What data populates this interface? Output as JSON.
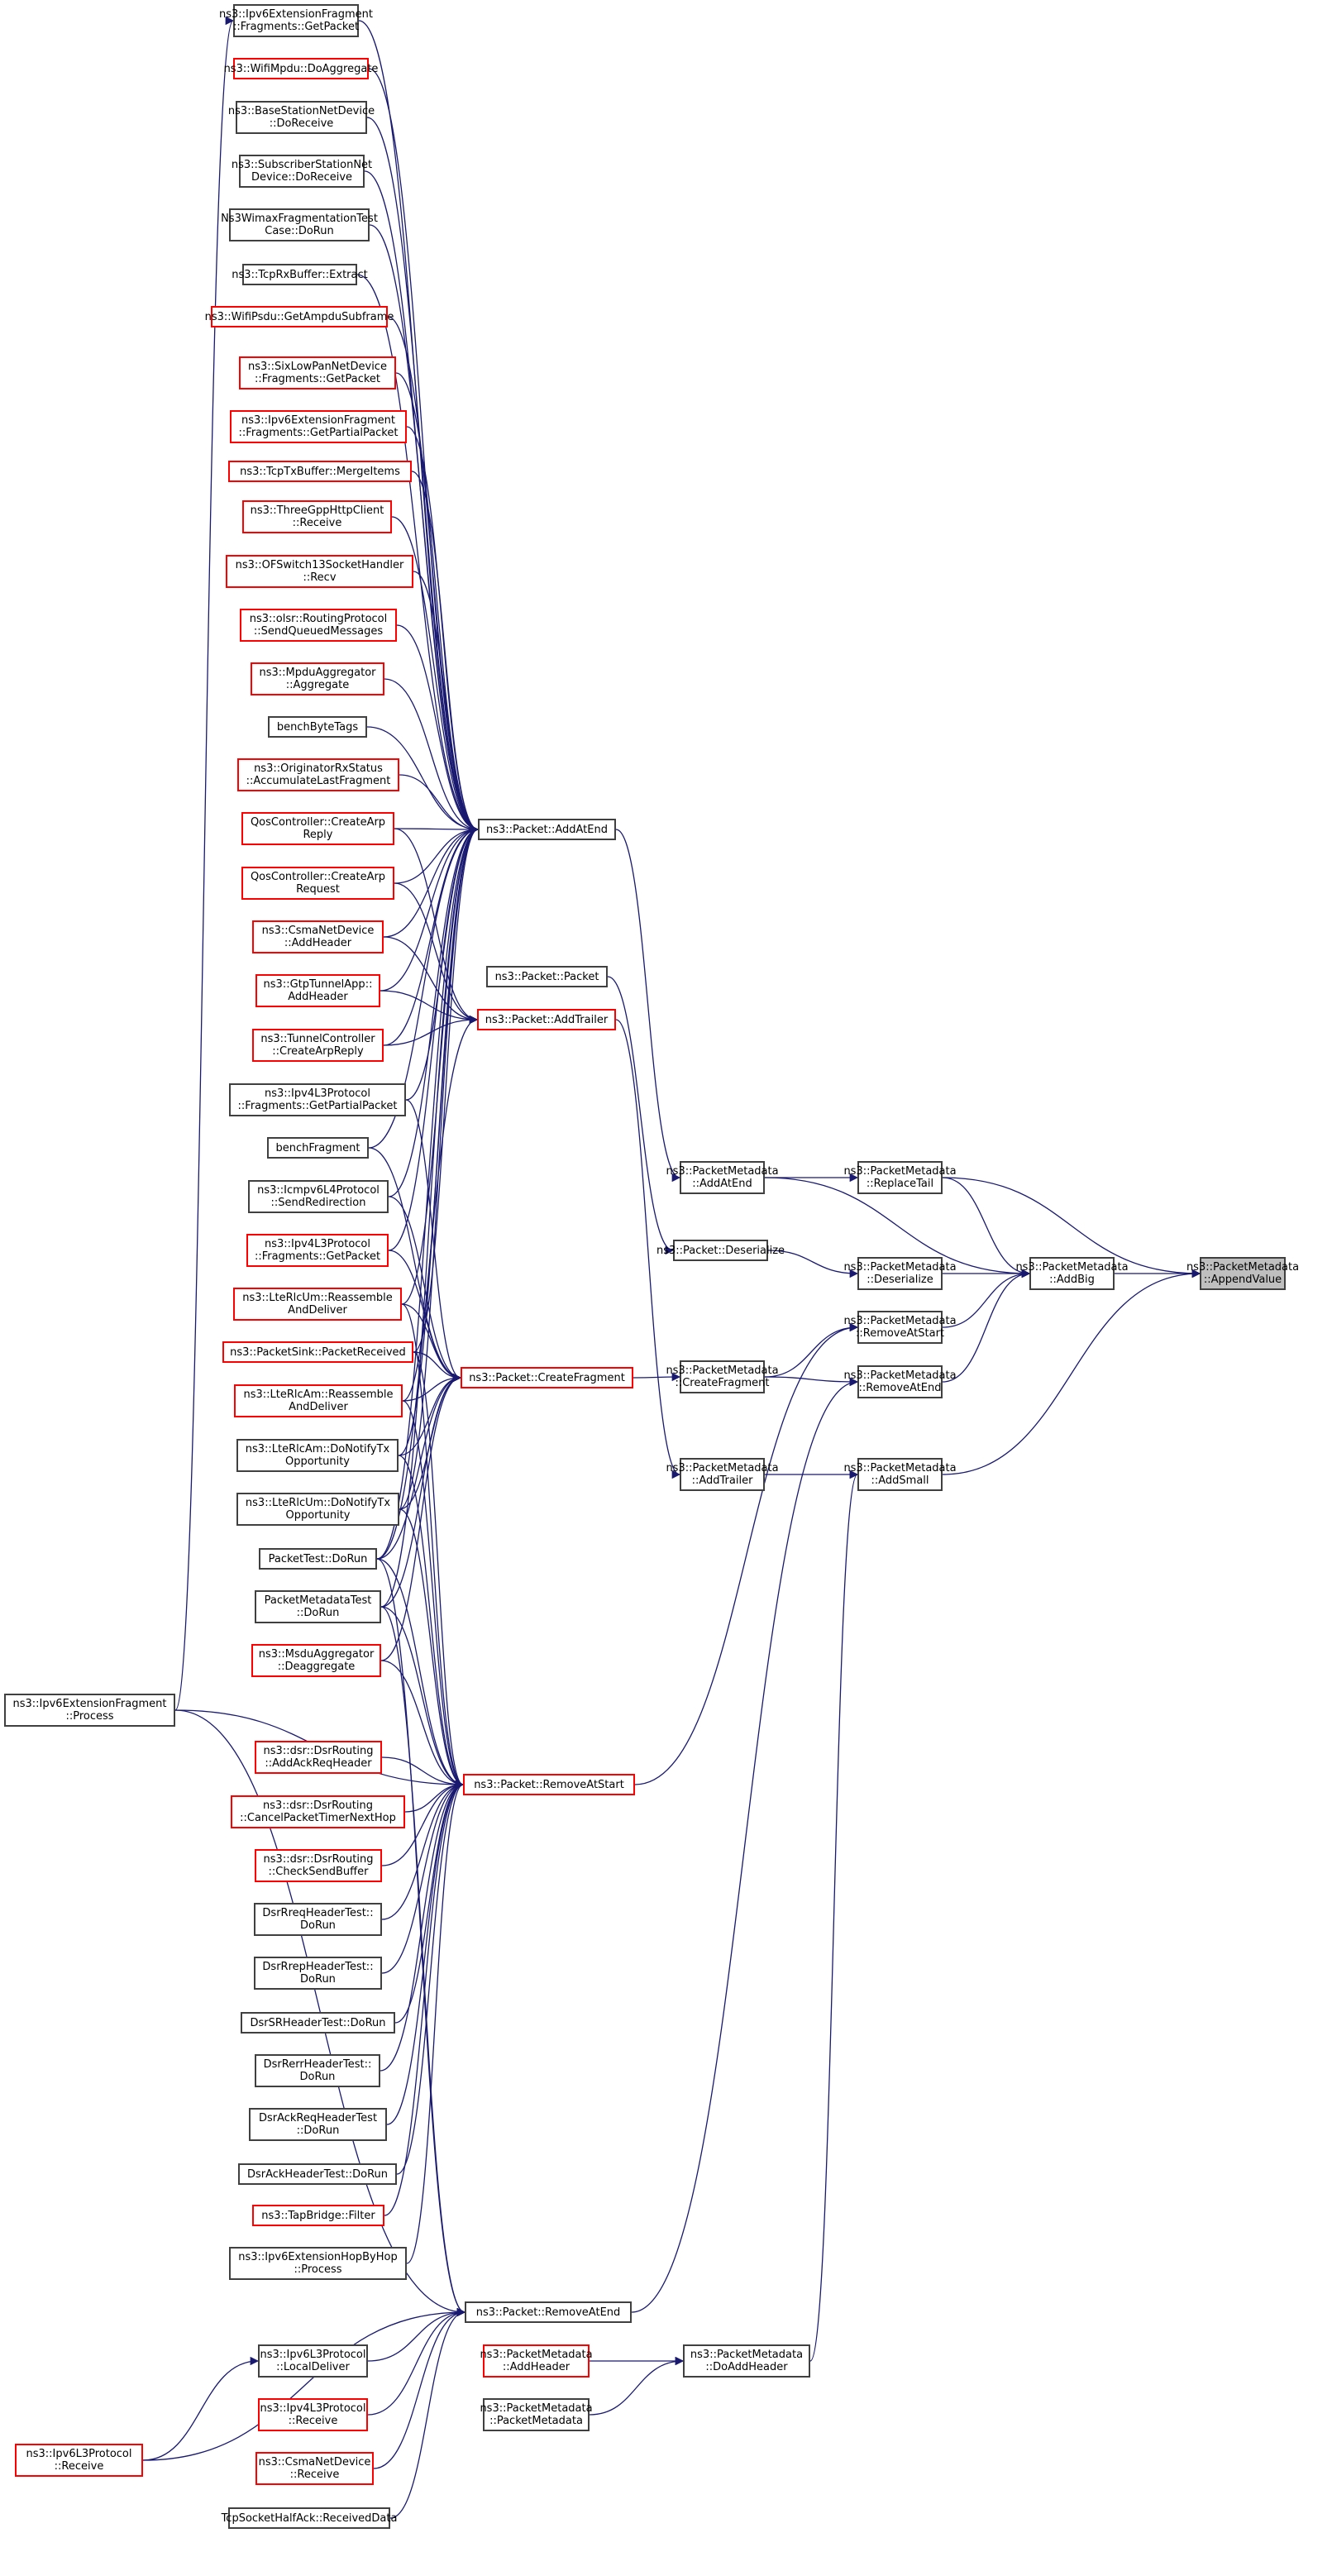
{
  "graph": {
    "title": "ns3::PacketMetadata::AppendValue caller graph",
    "edge_color": "#191970",
    "node_border_color": "#404040",
    "incomplete_node_border_color": "#ff0000",
    "focus_node_fill": "#bfbfbf",
    "nodes": [
      {
        "id": "appendValue",
        "label": "ns3::PacketMetadata\n::AppendValue",
        "style": "focus"
      },
      {
        "id": "addBig",
        "label": "ns3::PacketMetadata\n::AddBig",
        "style": "normal"
      },
      {
        "id": "replaceTail",
        "label": "ns3::PacketMetadata\n::ReplaceTail",
        "style": "normal"
      },
      {
        "id": "pmDeserialize",
        "label": "ns3::PacketMetadata\n::Deserialize",
        "style": "normal"
      },
      {
        "id": "pmRemoveAtStart",
        "label": "ns3::PacketMetadata\n::RemoveAtStart",
        "style": "normal"
      },
      {
        "id": "pmRemoveAtEnd",
        "label": "ns3::PacketMetadata\n::RemoveAtEnd",
        "style": "normal"
      },
      {
        "id": "addSmall",
        "label": "ns3::PacketMetadata\n::AddSmall",
        "style": "normal"
      },
      {
        "id": "pmAddAtEnd",
        "label": "ns3::PacketMetadata\n::AddAtEnd",
        "style": "normal"
      },
      {
        "id": "pDeserialize",
        "label": "ns3::Packet::Deserialize",
        "style": "normal"
      },
      {
        "id": "pmCreateFragment",
        "label": "ns3::PacketMetadata\n::CreateFragment",
        "style": "normal"
      },
      {
        "id": "pmAddTrailer",
        "label": "ns3::PacketMetadata\n::AddTrailer",
        "style": "normal"
      },
      {
        "id": "doAddHeader",
        "label": "ns3::PacketMetadata\n::DoAddHeader",
        "style": "normal"
      },
      {
        "id": "pmAddHeader",
        "label": "ns3::PacketMetadata\n::AddHeader",
        "style": "red"
      },
      {
        "id": "pmCtor",
        "label": "ns3::PacketMetadata\n::PacketMetadata",
        "style": "normal"
      },
      {
        "id": "addAtEnd",
        "label": "ns3::Packet::AddAtEnd",
        "style": "normal"
      },
      {
        "id": "packetCtor",
        "label": "ns3::Packet::Packet",
        "style": "normal"
      },
      {
        "id": "addTrailer",
        "label": "ns3::Packet::AddTrailer",
        "style": "red"
      },
      {
        "id": "createFragment",
        "label": "ns3::Packet::CreateFragment",
        "style": "red"
      },
      {
        "id": "removeAtStart",
        "label": "ns3::Packet::RemoveAtStart",
        "style": "red"
      },
      {
        "id": "removeAtEnd",
        "label": "ns3::Packet::RemoveAtEnd",
        "style": "normal"
      },
      {
        "id": "c1",
        "label": "ns3::Ipv6ExtensionFragment\n::Fragments::GetPacket",
        "style": "normal"
      },
      {
        "id": "c2",
        "label": "ns3::WifiMpdu::DoAggregate",
        "style": "red"
      },
      {
        "id": "c3",
        "label": "ns3::BaseStationNetDevice\n::DoReceive",
        "style": "normal"
      },
      {
        "id": "c4",
        "label": "ns3::SubscriberStationNet\nDevice::DoReceive",
        "style": "normal"
      },
      {
        "id": "c5",
        "label": "Ns3WimaxFragmentationTest\nCase::DoRun",
        "style": "normal"
      },
      {
        "id": "c6",
        "label": "ns3::TcpRxBuffer::Extract",
        "style": "normal"
      },
      {
        "id": "c7",
        "label": "ns3::WifiPsdu::GetAmpduSubframe",
        "style": "red"
      },
      {
        "id": "c8",
        "label": "ns3::SixLowPanNetDevice\n::Fragments::GetPacket",
        "style": "red"
      },
      {
        "id": "c9",
        "label": "ns3::Ipv6ExtensionFragment\n::Fragments::GetPartialPacket",
        "style": "red"
      },
      {
        "id": "c10",
        "label": "ns3::TcpTxBuffer::MergeItems",
        "style": "red"
      },
      {
        "id": "c11",
        "label": "ns3::ThreeGppHttpClient\n::Receive",
        "style": "red"
      },
      {
        "id": "c12",
        "label": "ns3::OFSwitch13SocketHandler\n::Recv",
        "style": "red"
      },
      {
        "id": "c13",
        "label": "ns3::olsr::RoutingProtocol\n::SendQueuedMessages",
        "style": "red"
      },
      {
        "id": "c14",
        "label": "ns3::MpduAggregator\n::Aggregate",
        "style": "red"
      },
      {
        "id": "c15",
        "label": "benchByteTags",
        "style": "normal"
      },
      {
        "id": "c16",
        "label": "ns3::OriginatorRxStatus\n::AccumulateLastFragment",
        "style": "red"
      },
      {
        "id": "c17",
        "label": "QosController::CreateArp\nReply",
        "style": "red"
      },
      {
        "id": "c18",
        "label": "QosController::CreateArp\nRequest",
        "style": "red"
      },
      {
        "id": "c19",
        "label": "ns3::CsmaNetDevice\n::AddHeader",
        "style": "red"
      },
      {
        "id": "c20",
        "label": "ns3::GtpTunnelApp::\nAddHeader",
        "style": "red"
      },
      {
        "id": "c21",
        "label": "ns3::TunnelController\n::CreateArpReply",
        "style": "red"
      },
      {
        "id": "c22",
        "label": "ns3::Ipv4L3Protocol\n::Fragments::GetPartialPacket",
        "style": "normal"
      },
      {
        "id": "c23",
        "label": "benchFragment",
        "style": "normal"
      },
      {
        "id": "c24",
        "label": "ns3::Icmpv6L4Protocol\n::SendRedirection",
        "style": "normal"
      },
      {
        "id": "c25",
        "label": "ns3::Ipv4L3Protocol\n::Fragments::GetPacket",
        "style": "red"
      },
      {
        "id": "c26",
        "label": "ns3::LteRlcUm::Reassemble\nAndDeliver",
        "style": "red"
      },
      {
        "id": "c27",
        "label": "ns3::PacketSink::PacketReceived",
        "style": "red"
      },
      {
        "id": "c28",
        "label": "ns3::LteRlcAm::Reassemble\nAndDeliver",
        "style": "red"
      },
      {
        "id": "c29",
        "label": "ns3::LteRlcAm::DoNotifyTx\nOpportunity",
        "style": "normal"
      },
      {
        "id": "c30",
        "label": "ns3::LteRlcUm::DoNotifyTx\nOpportunity",
        "style": "normal"
      },
      {
        "id": "c31",
        "label": "PacketTest::DoRun",
        "style": "normal"
      },
      {
        "id": "c32",
        "label": "PacketMetadataTest\n::DoRun",
        "style": "normal"
      },
      {
        "id": "c33",
        "label": "ns3::MsduAggregator\n::Deaggregate",
        "style": "red"
      },
      {
        "id": "c34",
        "label": "ns3::Ipv6ExtensionFragment\n::Process",
        "style": "normal"
      },
      {
        "id": "c35",
        "label": "ns3::dsr::DsrRouting\n::AddAckReqHeader",
        "style": "red"
      },
      {
        "id": "c36",
        "label": "ns3::dsr::DsrRouting\n::CancelPacketTimerNextHop",
        "style": "red"
      },
      {
        "id": "c37",
        "label": "ns3::dsr::DsrRouting\n::CheckSendBuffer",
        "style": "red"
      },
      {
        "id": "c38",
        "label": "DsrRreqHeaderTest::\nDoRun",
        "style": "normal"
      },
      {
        "id": "c39",
        "label": "DsrRrepHeaderTest::\nDoRun",
        "style": "normal"
      },
      {
        "id": "c40",
        "label": "DsrSRHeaderTest::DoRun",
        "style": "normal"
      },
      {
        "id": "c41",
        "label": "DsrRerrHeaderTest::\nDoRun",
        "style": "normal"
      },
      {
        "id": "c42",
        "label": "DsrAckReqHeaderTest\n::DoRun",
        "style": "normal"
      },
      {
        "id": "c43",
        "label": "DsrAckHeaderTest::DoRun",
        "style": "normal"
      },
      {
        "id": "c44",
        "label": "ns3::TapBridge::Filter",
        "style": "red"
      },
      {
        "id": "c45",
        "label": "ns3::Ipv6ExtensionHopByHop\n::Process",
        "style": "normal"
      },
      {
        "id": "c46",
        "label": "ns3::Ipv6L3Protocol\n::LocalDeliver",
        "style": "normal"
      },
      {
        "id": "c47",
        "label": "ns3::Ipv4L3Protocol\n::Receive",
        "style": "red"
      },
      {
        "id": "c48",
        "label": "ns3::CsmaNetDevice\n::Receive",
        "style": "red"
      },
      {
        "id": "c49",
        "label": "TcpSocketHalfAck::ReceivedData",
        "style": "normal"
      },
      {
        "id": "c50",
        "label": "ns3::Ipv6L3Protocol\n::Receive",
        "style": "red"
      }
    ],
    "edges": [
      [
        "addBig",
        "appendValue"
      ],
      [
        "replaceTail",
        "appendValue"
      ],
      [
        "addSmall",
        "appendValue"
      ],
      [
        "replaceTail",
        "addBig"
      ],
      [
        "pmDeserialize",
        "addBig"
      ],
      [
        "pmRemoveAtStart",
        "addBig"
      ],
      [
        "pmRemoveAtEnd",
        "addBig"
      ],
      [
        "pmAddAtEnd",
        "addBig"
      ],
      [
        "pmAddAtEnd",
        "replaceTail"
      ],
      [
        "pDeserialize",
        "pmDeserialize"
      ],
      [
        "pmCreateFragment",
        "pmRemoveAtStart"
      ],
      [
        "pmCreateFragment",
        "pmRemoveAtEnd"
      ],
      [
        "pmAddTrailer",
        "addSmall"
      ],
      [
        "doAddHeader",
        "addSmall"
      ],
      [
        "pmAddHeader",
        "doAddHeader"
      ],
      [
        "pmCtor",
        "doAddHeader"
      ],
      [
        "addAtEnd",
        "pmAddAtEnd"
      ],
      [
        "packetCtor",
        "pDeserialize"
      ],
      [
        "addTrailer",
        "pmAddTrailer"
      ],
      [
        "createFragment",
        "pmCreateFragment"
      ],
      [
        "removeAtStart",
        "pmRemoveAtStart"
      ],
      [
        "removeAtEnd",
        "pmRemoveAtEnd"
      ],
      [
        "c1",
        "addAtEnd"
      ],
      [
        "c2",
        "addAtEnd"
      ],
      [
        "c3",
        "addAtEnd"
      ],
      [
        "c4",
        "addAtEnd"
      ],
      [
        "c5",
        "addAtEnd"
      ],
      [
        "c6",
        "addAtEnd"
      ],
      [
        "c7",
        "addAtEnd"
      ],
      [
        "c8",
        "addAtEnd"
      ],
      [
        "c9",
        "addAtEnd"
      ],
      [
        "c10",
        "addAtEnd"
      ],
      [
        "c11",
        "addAtEnd"
      ],
      [
        "c12",
        "addAtEnd"
      ],
      [
        "c13",
        "addAtEnd"
      ],
      [
        "c14",
        "addAtEnd"
      ],
      [
        "c15",
        "addAtEnd"
      ],
      [
        "c16",
        "addAtEnd"
      ],
      [
        "c17",
        "addAtEnd"
      ],
      [
        "c18",
        "addAtEnd"
      ],
      [
        "c19",
        "addAtEnd"
      ],
      [
        "c20",
        "addAtEnd"
      ],
      [
        "c21",
        "addAtEnd"
      ],
      [
        "c22",
        "addAtEnd"
      ],
      [
        "c23",
        "addAtEnd"
      ],
      [
        "c24",
        "addAtEnd"
      ],
      [
        "c25",
        "addAtEnd"
      ],
      [
        "c26",
        "addAtEnd"
      ],
      [
        "c27",
        "addAtEnd"
      ],
      [
        "c28",
        "addAtEnd"
      ],
      [
        "c29",
        "addAtEnd"
      ],
      [
        "c30",
        "addAtEnd"
      ],
      [
        "c31",
        "addAtEnd"
      ],
      [
        "c32",
        "addAtEnd"
      ],
      [
        "c17",
        "addTrailer"
      ],
      [
        "c18",
        "addTrailer"
      ],
      [
        "c19",
        "addTrailer"
      ],
      [
        "c20",
        "addTrailer"
      ],
      [
        "c21",
        "addTrailer"
      ],
      [
        "c31",
        "addTrailer"
      ],
      [
        "c22",
        "createFragment"
      ],
      [
        "c23",
        "createFragment"
      ],
      [
        "c24",
        "createFragment"
      ],
      [
        "c25",
        "createFragment"
      ],
      [
        "c26",
        "createFragment"
      ],
      [
        "c27",
        "createFragment"
      ],
      [
        "c28",
        "createFragment"
      ],
      [
        "c29",
        "createFragment"
      ],
      [
        "c30",
        "createFragment"
      ],
      [
        "c31",
        "createFragment"
      ],
      [
        "c32",
        "createFragment"
      ],
      [
        "c33",
        "createFragment"
      ],
      [
        "c26",
        "removeAtStart"
      ],
      [
        "c27",
        "removeAtStart"
      ],
      [
        "c28",
        "removeAtStart"
      ],
      [
        "c29",
        "removeAtStart"
      ],
      [
        "c30",
        "removeAtStart"
      ],
      [
        "c31",
        "removeAtStart"
      ],
      [
        "c32",
        "removeAtStart"
      ],
      [
        "c33",
        "removeAtStart"
      ],
      [
        "c34",
        "removeAtStart"
      ],
      [
        "c35",
        "removeAtStart"
      ],
      [
        "c36",
        "removeAtStart"
      ],
      [
        "c37",
        "removeAtStart"
      ],
      [
        "c38",
        "removeAtStart"
      ],
      [
        "c39",
        "removeAtStart"
      ],
      [
        "c40",
        "removeAtStart"
      ],
      [
        "c41",
        "removeAtStart"
      ],
      [
        "c42",
        "removeAtStart"
      ],
      [
        "c43",
        "removeAtStart"
      ],
      [
        "c44",
        "removeAtStart"
      ],
      [
        "c45",
        "removeAtStart"
      ],
      [
        "c31",
        "removeAtEnd"
      ],
      [
        "c32",
        "removeAtEnd"
      ],
      [
        "c34",
        "removeAtEnd"
      ],
      [
        "c46",
        "removeAtEnd"
      ],
      [
        "c47",
        "removeAtEnd"
      ],
      [
        "c48",
        "removeAtEnd"
      ],
      [
        "c49",
        "removeAtEnd"
      ],
      [
        "c50",
        "removeAtEnd"
      ],
      [
        "c34",
        "c1"
      ],
      [
        "c50",
        "c46"
      ]
    ]
  }
}
